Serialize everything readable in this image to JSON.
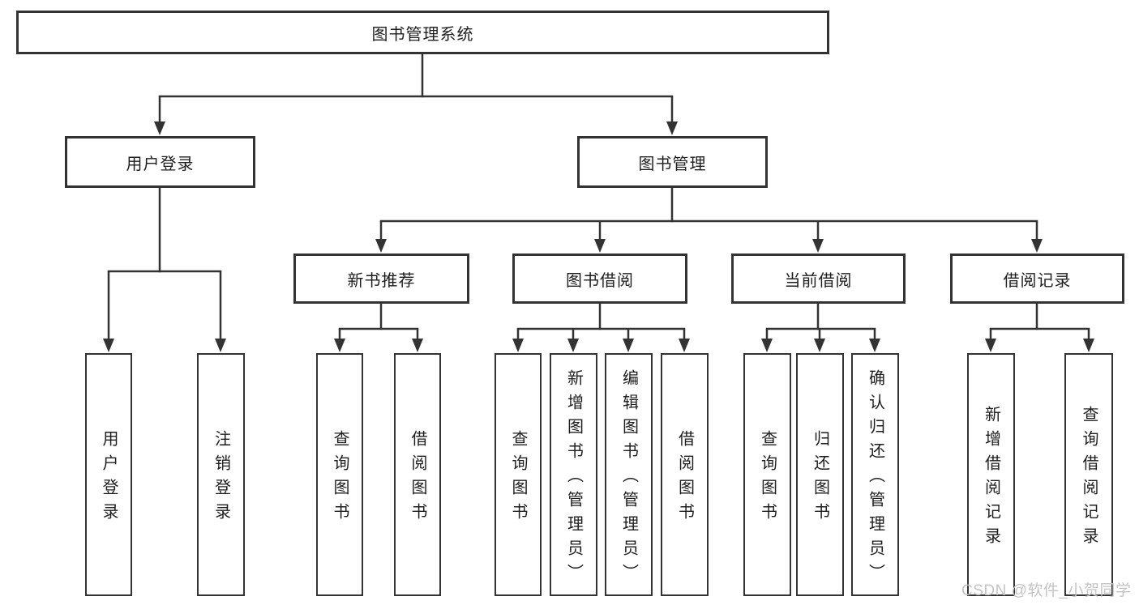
{
  "diagram": {
    "root": {
      "label": "图书管理系统"
    },
    "level2": {
      "user_login": {
        "label": "用户登录"
      },
      "book_mgmt": {
        "label": "图书管理"
      }
    },
    "level3": {
      "new_books": {
        "label": "新书推荐"
      },
      "book_borrow": {
        "label": "图书借阅"
      },
      "current_borrow": {
        "label": "当前借阅"
      },
      "borrow_records": {
        "label": "借阅记录"
      }
    },
    "leaves": {
      "user_login_children": {
        "login": {
          "label": "用户登录"
        },
        "logout": {
          "label": "注销登录"
        }
      },
      "new_books_children": {
        "query_books": {
          "label": "查询图书"
        },
        "borrow_books": {
          "label": "借阅图书"
        }
      },
      "book_borrow_children": {
        "query_books": {
          "label": "查询图书"
        },
        "add_books_admin": {
          "label": "新增图书（管理员）"
        },
        "edit_books_admin": {
          "label": "编辑图书（管理员）"
        },
        "borrow_books": {
          "label": "借阅图书"
        }
      },
      "current_borrow_children": {
        "query_books": {
          "label": "查询图书"
        },
        "return_books": {
          "label": "归还图书"
        },
        "confirm_return_admin": {
          "label": "确认归还（管理员）"
        }
      },
      "borrow_records_children": {
        "add_record": {
          "label": "新增借阅记录"
        },
        "query_record": {
          "label": "查询借阅记录"
        }
      }
    }
  },
  "watermark": {
    "text": "CSDN @软件_小贺同学"
  },
  "colors": {
    "line": "#333333",
    "text": "#1e1e1e",
    "watermark": "#c4c4c4",
    "background": "#ffffff"
  }
}
